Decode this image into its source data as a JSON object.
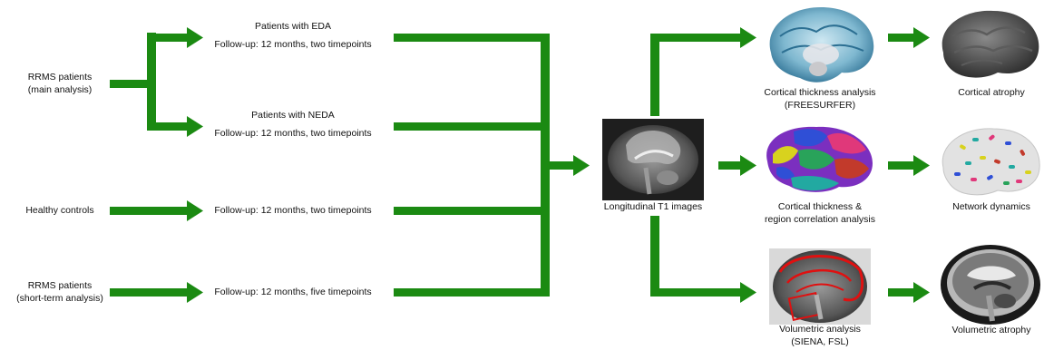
{
  "groups": {
    "rrms_main": {
      "line1": "RRMS patients",
      "line2": "(main analysis)"
    },
    "healthy": {
      "label": "Healthy controls"
    },
    "rrms_short": {
      "line1": "RRMS patients",
      "line2": "(short-term analysis)"
    }
  },
  "cohorts": {
    "eda": {
      "title": "Patients with EDA",
      "followup": "Follow-up: 12 months, two timepoints"
    },
    "neda": {
      "title": "Patients with NEDA",
      "followup": "Follow-up: 12 months, two timepoints"
    },
    "healthy_followup": "Follow-up: 12 months, two timepoints",
    "short_followup": "Follow-up: 12 months, five timepoints"
  },
  "imaging": {
    "label": "Longitudinal T1 images"
  },
  "analyses": {
    "cortical_thickness": {
      "line1": "Cortical thickness analysis",
      "line2": "(FREESURFER)"
    },
    "region_correlation": {
      "line1": "Cortical thickness &",
      "line2": "region correlation analysis"
    },
    "volumetric": {
      "line1": "Volumetric analysis",
      "line2": "(SIENA, FSL)"
    }
  },
  "outcomes": {
    "cortical_atrophy": "Cortical atrophy",
    "network_dynamics": "Network dynamics",
    "volumetric_atrophy": "Volumetric atrophy"
  },
  "colors": {
    "arrow": "#1b8a12",
    "parcel_palette": [
      "#7b2fbf",
      "#2f4fd6",
      "#d8d21e",
      "#e0387a",
      "#29a35a",
      "#c23a2b",
      "#22a9a1"
    ]
  }
}
